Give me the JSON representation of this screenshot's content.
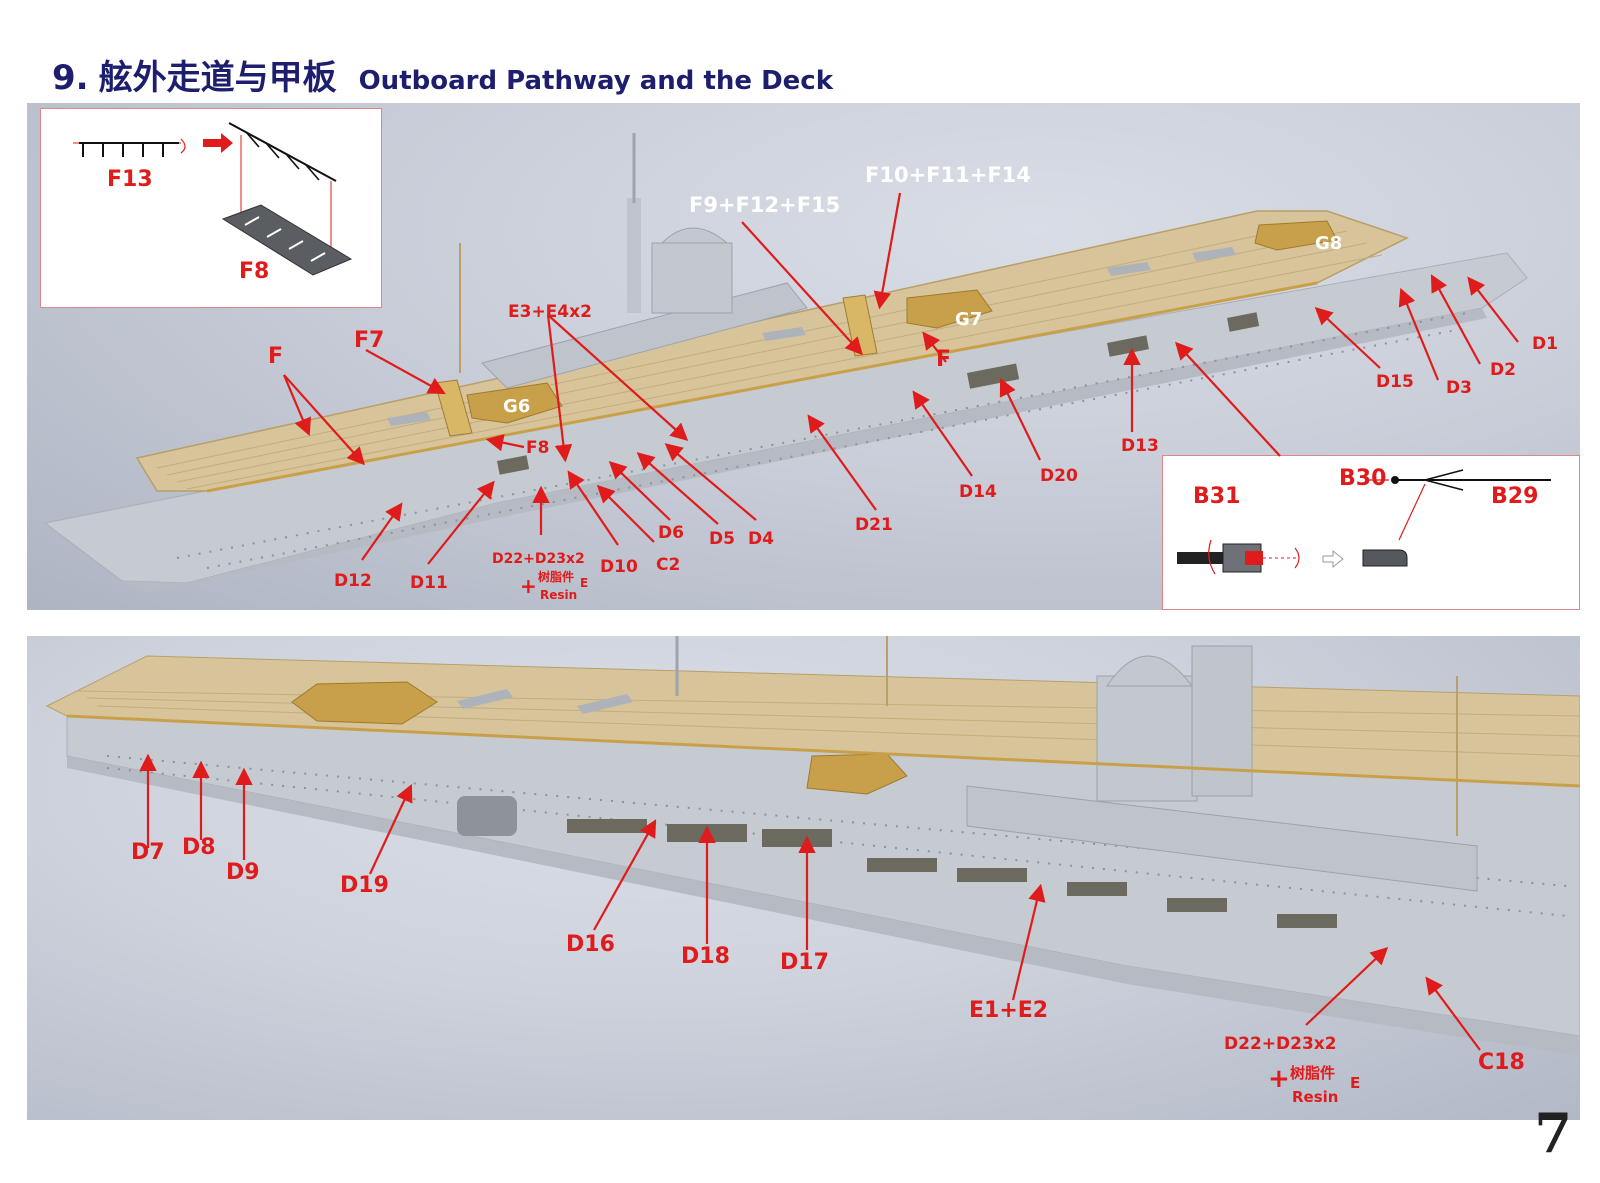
{
  "header": {
    "step_number": "9.",
    "title_cn": "舷外走道与甲板",
    "title_en": "Outboard Pathway and the Deck"
  },
  "top_photo": {
    "labels": {
      "F10_F11_F14": "F10+F11+F14",
      "F9_F12_F15": "F9+F12+F15",
      "G8": "G8",
      "G7": "G7",
      "G6": "G6",
      "E3_E4x2": "E3+E4x2",
      "F7": "F7",
      "F_left": "F",
      "F_mid": "F",
      "F8_deck": "F8",
      "D1": "D1",
      "D2": "D2",
      "D3": "D3",
      "D15": "D15",
      "D13": "D13",
      "D14": "D14",
      "D20": "D20",
      "D21": "D21",
      "D4": "D4",
      "D5": "D5",
      "D6": "D6",
      "C2": "C2",
      "D10": "D10",
      "D11": "D11",
      "D12": "D12",
      "D22_D23x2": "D22+D23x2",
      "plus": "+",
      "resin_cn": "树脂件",
      "resin_e": "E",
      "resin_en": "Resin"
    },
    "inset_left": {
      "F13": "F13",
      "F8": "F8"
    },
    "inset_right": {
      "B31": "B31",
      "B30": "B30",
      "B29": "B29"
    }
  },
  "bottom_photo": {
    "labels": {
      "D7": "D7",
      "D8": "D8",
      "D9": "D9",
      "D19": "D19",
      "D16": "D16",
      "D18": "D18",
      "D17": "D17",
      "E1_E2": "E1+E2",
      "D22_D23x2": "D22+D23x2",
      "plus": "+",
      "resin_cn": "树脂件",
      "resin_e": "E",
      "resin_en": "Resin",
      "C18": "C18"
    }
  },
  "page_number": "7",
  "colors": {
    "title": "#1e1e6e",
    "callout": "#e01b1b",
    "hull": "#c4c8cf",
    "deck": "#d8c59a",
    "brass": "#c9a04a"
  }
}
